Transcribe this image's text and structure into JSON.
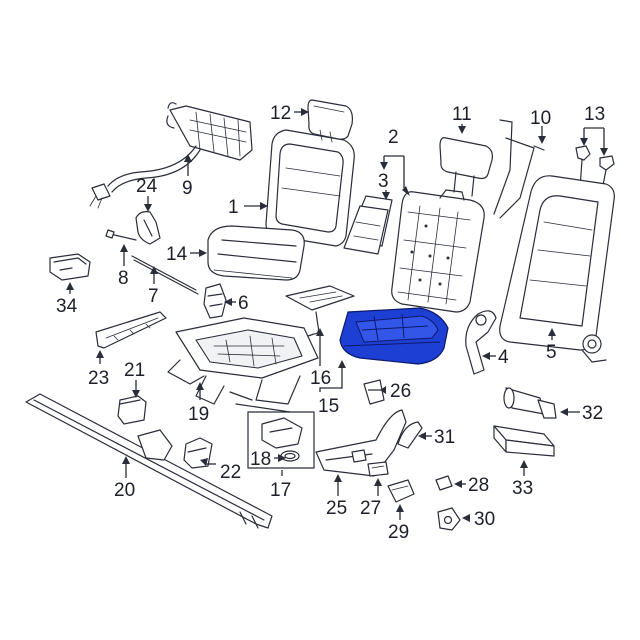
{
  "diagram": {
    "highlight_color": "#1e3fd3",
    "highlighted_part": "15",
    "callouts": [
      "1",
      "2",
      "3",
      "4",
      "5",
      "6",
      "7",
      "8",
      "9",
      "10",
      "11",
      "12",
      "13",
      "14",
      "15",
      "16",
      "17",
      "18",
      "19",
      "20",
      "21",
      "22",
      "23",
      "24",
      "25",
      "26",
      "27",
      "28",
      "29",
      "30",
      "31",
      "32",
      "33",
      "34"
    ]
  }
}
